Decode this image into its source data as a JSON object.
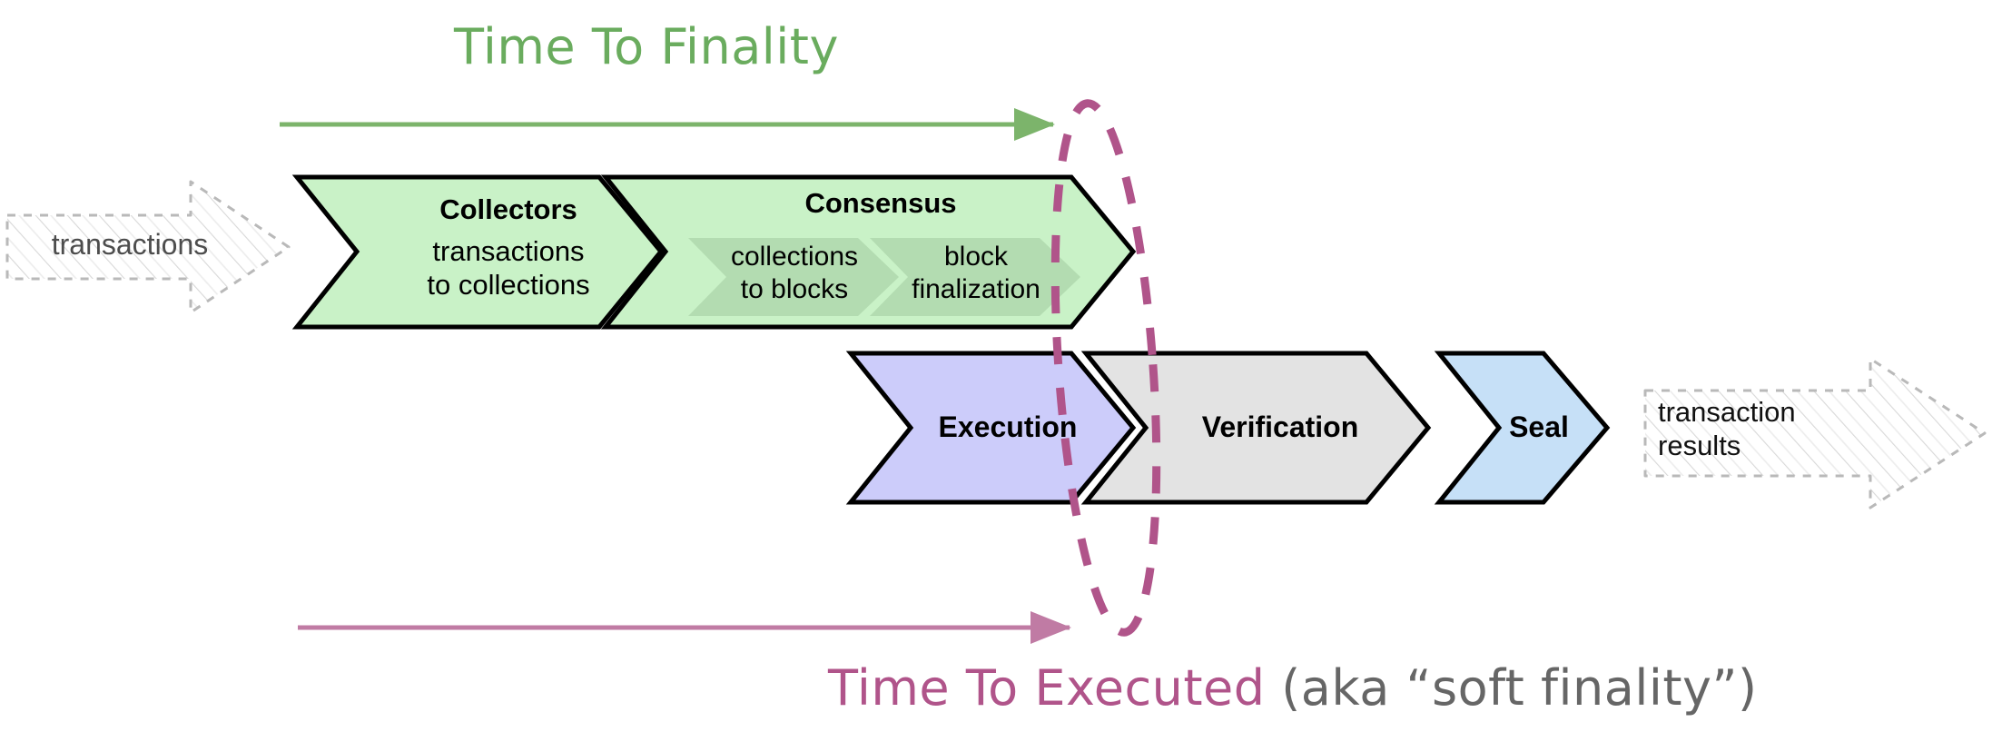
{
  "diagram": {
    "title_top": "Time To Finality",
    "title_bottom_main": "Time To Executed",
    "title_bottom_sub": "(aka “soft finality”)",
    "colors": {
      "green_accent": "#6aac5e",
      "pink_accent": "#b0548a",
      "green_fill": "#c9f2c7",
      "green_fill_inner": "#b3dcb1",
      "purple_fill": "#ccccfa",
      "grey_fill": "#e3e3e3",
      "blue_fill": "#c6e0f7",
      "ghost_grey": "#c8c8c8",
      "stroke": "#000000",
      "sub_text": "#666666"
    }
  },
  "input": {
    "label": "transactions"
  },
  "output": {
    "line1": "transaction",
    "line2": "results"
  },
  "pipeline_top": [
    {
      "id": "collectors",
      "title": "Collectors",
      "sub_line1": "transactions",
      "sub_line2": "to collections",
      "fill": "#c9f2c7"
    },
    {
      "id": "consensus",
      "title": "Consensus",
      "fill": "#c9f2c7",
      "stages": [
        {
          "id": "collections-to-blocks",
          "line1": "collections",
          "line2": "to blocks"
        },
        {
          "id": "block-finalization",
          "line1": "block",
          "line2": "finalization"
        }
      ]
    }
  ],
  "pipeline_bottom": [
    {
      "id": "execution",
      "title": "Execution",
      "fill": "#ccccfa"
    },
    {
      "id": "verification",
      "title": "Verification",
      "fill": "#e3e3e3"
    },
    {
      "id": "seal",
      "title": "Seal",
      "fill": "#c6e0f7"
    }
  ],
  "markers": {
    "top_arrow": "time-to-finality-arrow",
    "bottom_arrow": "time-to-executed-arrow",
    "ellipse": "finality-boundary-ellipse"
  }
}
